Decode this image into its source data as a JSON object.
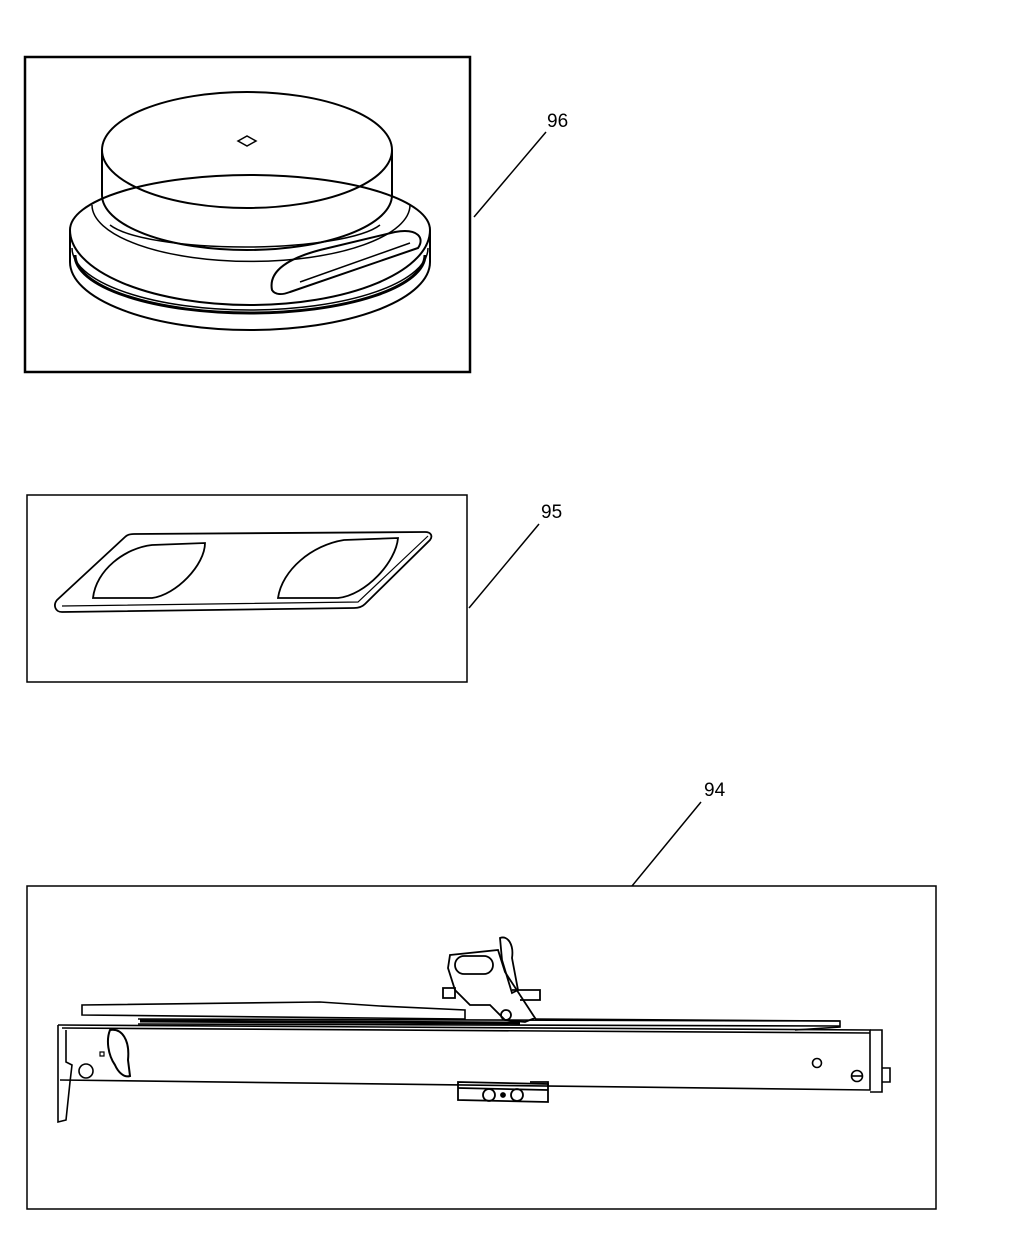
{
  "parts": [
    {
      "id": "lid",
      "callout": "96"
    },
    {
      "id": "plate",
      "callout": "95"
    },
    {
      "id": "rail",
      "callout": "94"
    }
  ],
  "colors": {
    "ink": "#000000",
    "paper": "#ffffff"
  }
}
